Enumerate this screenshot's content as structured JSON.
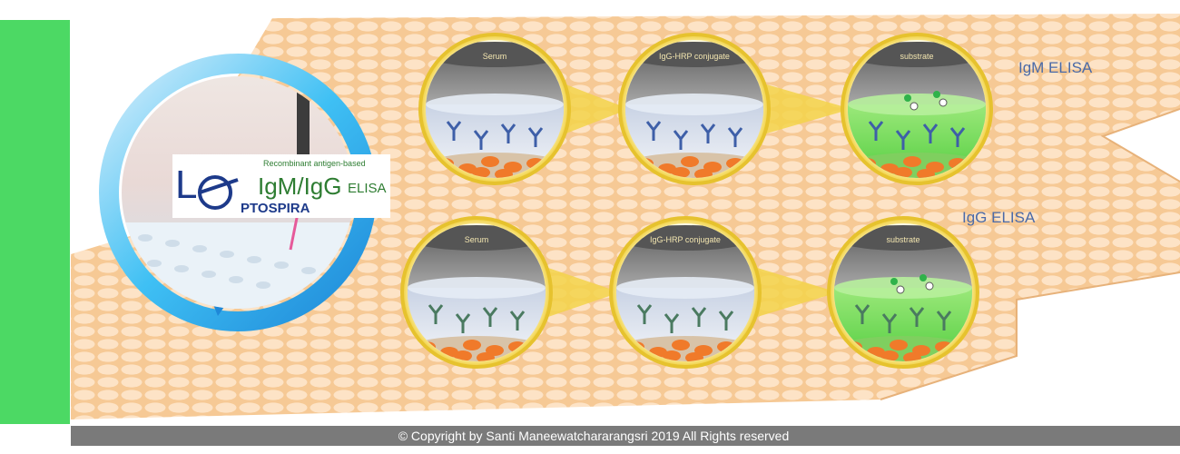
{
  "logo": {
    "letters_left": "L",
    "subtitle": "Recombinant antigen-based",
    "title": "IgM/IgG",
    "title_suffix": "ELISA",
    "brand": "PTOSPIRA"
  },
  "rows": [
    {
      "label": "IgM ELISA",
      "steps": [
        "Serum",
        "IgG-HRP conjugate",
        "substrate"
      ]
    },
    {
      "label": "IgG ELISA",
      "steps": [
        "Serum",
        "IgG-HRP conjugate",
        "substrate"
      ]
    }
  ],
  "footer": {
    "copyright": "© Copyright by Santi Maneewatchararangsri 2019 All Rights reserved"
  },
  "colors": {
    "side_bar": "#4cd964",
    "plate": "#fbd7b0",
    "footer": "#7a7a7a",
    "ring": "#2bb6f0",
    "row_label": "#4a6aa8",
    "lens_rim": "#f2d43a"
  }
}
